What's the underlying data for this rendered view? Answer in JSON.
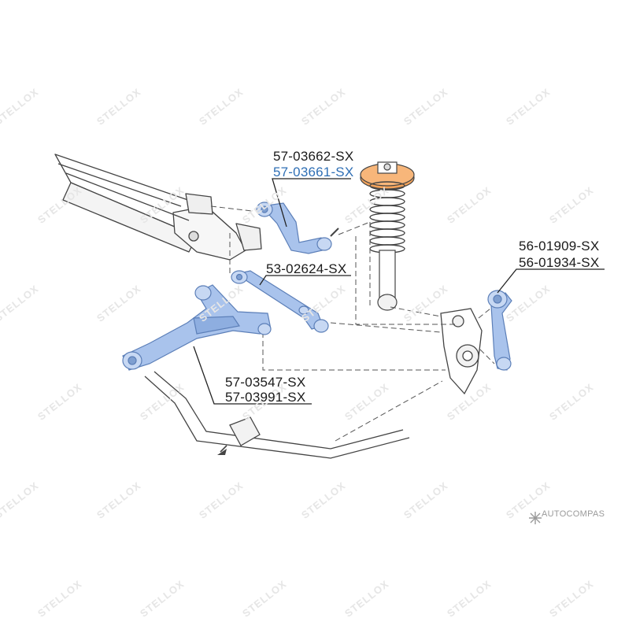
{
  "watermark_text": "STELLOX",
  "brand_text": "AUTOCOMPAS",
  "labels": {
    "upper_arm": [
      "57-03662-SX",
      "57-03661-SX"
    ],
    "toe_link": "53-02624-SX",
    "lateral_link": [
      "56-01909-SX",
      "56-01934-SX"
    ],
    "lower_arm": [
      "57-03547-SX",
      "57-03991-SX"
    ]
  },
  "colors": {
    "part_blue": "#a9c3ec",
    "part_blue_dark": "#5c7fb8",
    "spring_orange": "#f2a25a",
    "label_blue": "#2f6fb5",
    "line": "#333333"
  }
}
